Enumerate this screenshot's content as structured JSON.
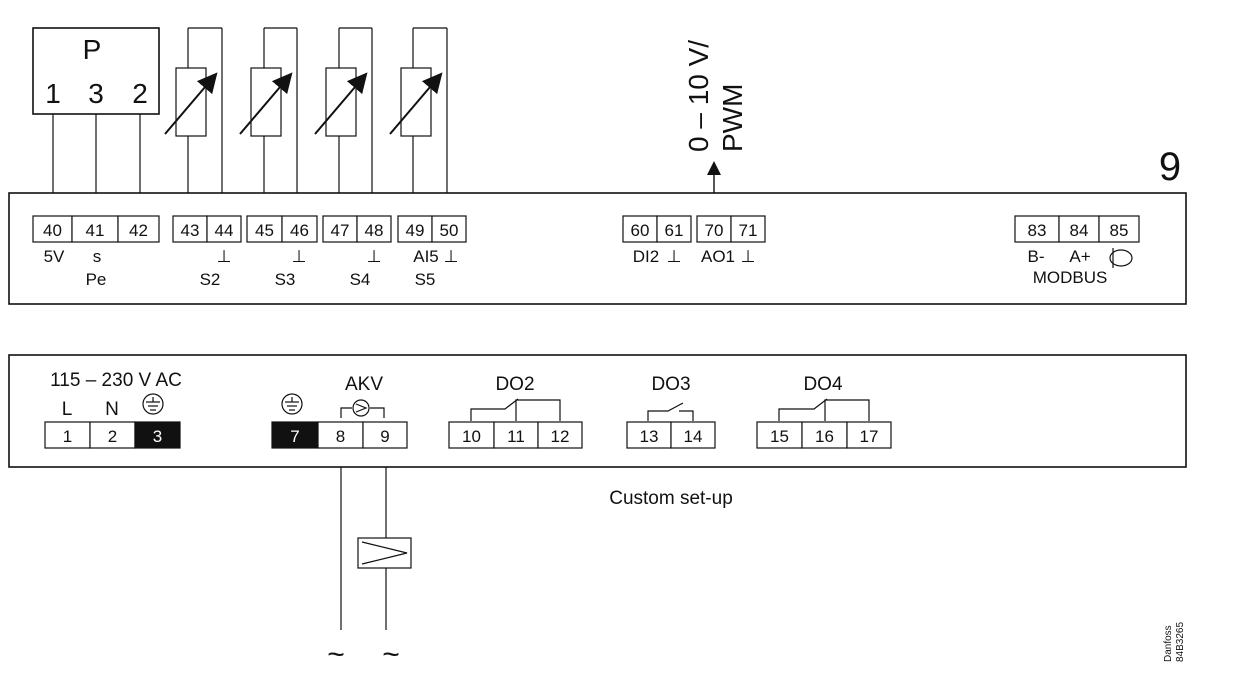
{
  "sensor_block": {
    "letter": "P",
    "pins": [
      "1",
      "3",
      "2"
    ]
  },
  "analog_output": {
    "line1": "0 – 10 V/",
    "line2": "PWM"
  },
  "module_number": "9",
  "top_terminals": [
    {
      "num": "40",
      "sub": "5V"
    },
    {
      "num": "41",
      "sub": "s"
    },
    {
      "num": "42",
      "sub": ""
    },
    {
      "num": "43",
      "sub": ""
    },
    {
      "num": "44",
      "sub": "⊥"
    },
    {
      "num": "45",
      "sub": ""
    },
    {
      "num": "46",
      "sub": "⊥"
    },
    {
      "num": "47",
      "sub": ""
    },
    {
      "num": "48",
      "sub": "⊥"
    },
    {
      "num": "49",
      "sub": "AI5"
    },
    {
      "num": "50",
      "sub": "⊥"
    },
    {
      "num": "60",
      "sub": "DI2"
    },
    {
      "num": "61",
      "sub": "⊥"
    },
    {
      "num": "70",
      "sub": "AO1"
    },
    {
      "num": "71",
      "sub": "⊥"
    },
    {
      "num": "83",
      "sub": "B-"
    },
    {
      "num": "84",
      "sub": "A+"
    },
    {
      "num": "85",
      "sub": ""
    }
  ],
  "top_group_labels": {
    "pe": "Pe",
    "s2": "S2",
    "s3": "S3",
    "s4": "S4",
    "s5": "S5",
    "modbus": "MODBUS"
  },
  "power": {
    "title": "115 – 230 V AC",
    "L": "L",
    "N": "N",
    "terminals": [
      "1",
      "2",
      "3"
    ]
  },
  "akv": {
    "title": "AKV",
    "terminals": [
      "7",
      "8",
      "9"
    ]
  },
  "do2": {
    "title": "DO2",
    "terminals": [
      "10",
      "11",
      "12"
    ]
  },
  "do3": {
    "title": "DO3",
    "terminals": [
      "13",
      "14"
    ]
  },
  "do4": {
    "title": "DO4",
    "terminals": [
      "15",
      "16",
      "17"
    ]
  },
  "caption": "Custom set-up",
  "ac_symbols": [
    "~",
    "~"
  ],
  "code": {
    "brand": "Danfoss",
    "id": "84B3265"
  },
  "icons": {
    "ground": "ground-icon",
    "shield": "shield-icon",
    "valve": "valve-icon",
    "relay_contact": "relay-contact-icon",
    "solenoid_coil": "solenoid-coil-icon",
    "variable_resistor": "variable-resistor-icon"
  }
}
